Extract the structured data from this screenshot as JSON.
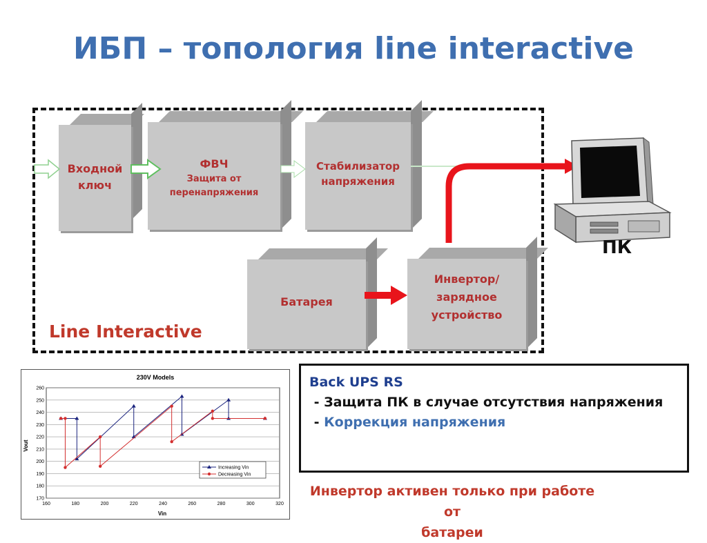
{
  "title": "ИБП – топология line interactive",
  "diagram": {
    "blocks": {
      "input_switch": [
        "Входной",
        "ключ"
      ],
      "fvch_title": "ФВЧ",
      "fvch_sub": [
        "Защита от",
        "перенапряжения"
      ],
      "stabilizer": [
        "Стабилизатор",
        "напряжения"
      ],
      "battery": "Батарея",
      "inverter": [
        "Инвертор/",
        "зарядное",
        "устройство"
      ]
    },
    "frame_label": "Line Interactive",
    "pc_label": "ПК",
    "colors": {
      "arrow_red": "#e8141b",
      "block_text": "#b23030",
      "title": "#3f6fb0"
    }
  },
  "chart_data": {
    "type": "line",
    "title": "230V Models",
    "xlabel": "Vin",
    "ylabel": "Vout",
    "xlim": [
      160,
      320
    ],
    "ylim": [
      170,
      260
    ],
    "xticks": [
      160,
      180,
      200,
      220,
      240,
      260,
      280,
      300,
      320
    ],
    "yticks": [
      170,
      180,
      190,
      200,
      210,
      220,
      230,
      240,
      250,
      260
    ],
    "legend_position": "bottom-right",
    "series": [
      {
        "name": "Increasing Vin",
        "color": "#1a237e",
        "marker": "triangle",
        "x": [
          170,
          181,
          181,
          220,
          220,
          253,
          253,
          285,
          285,
          310
        ],
        "y": [
          235,
          235,
          202,
          245,
          220,
          253,
          222,
          250,
          235,
          235
        ]
      },
      {
        "name": "Decreasing Vin",
        "color": "#d32f2f",
        "marker": "circle",
        "x": [
          310,
          274,
          274,
          246,
          246,
          197,
          197,
          173,
          173,
          170
        ],
        "y": [
          235,
          235,
          241,
          216,
          245,
          196,
          220,
          195,
          235,
          235
        ]
      }
    ]
  },
  "info": {
    "heading": "Back UPS RS",
    "line1": " - Защита ПК в случае отсутствия напряжения",
    "line2_dash": " - ",
    "line2_text": "Коррекция напряжения"
  },
  "note": [
    "Инвертор активен только при работе от",
    "батареи"
  ]
}
